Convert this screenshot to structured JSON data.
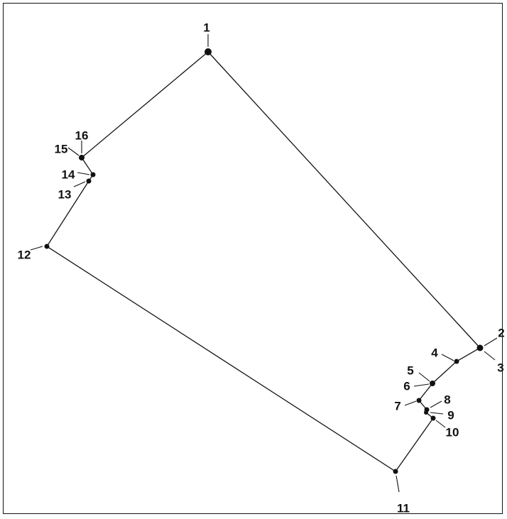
{
  "diagram": {
    "vertices": [
      {
        "id": "1",
        "label": "1"
      },
      {
        "id": "2",
        "label": "2"
      },
      {
        "id": "3",
        "label": "3"
      },
      {
        "id": "4",
        "label": "4"
      },
      {
        "id": "5",
        "label": "5"
      },
      {
        "id": "6",
        "label": "6"
      },
      {
        "id": "7",
        "label": "7"
      },
      {
        "id": "8",
        "label": "8"
      },
      {
        "id": "9",
        "label": "9"
      },
      {
        "id": "10",
        "label": "10"
      },
      {
        "id": "11",
        "label": "11"
      },
      {
        "id": "12",
        "label": "12"
      },
      {
        "id": "13",
        "label": "13"
      },
      {
        "id": "14",
        "label": "14"
      },
      {
        "id": "15",
        "label": "15"
      },
      {
        "id": "16",
        "label": "16"
      }
    ]
  }
}
